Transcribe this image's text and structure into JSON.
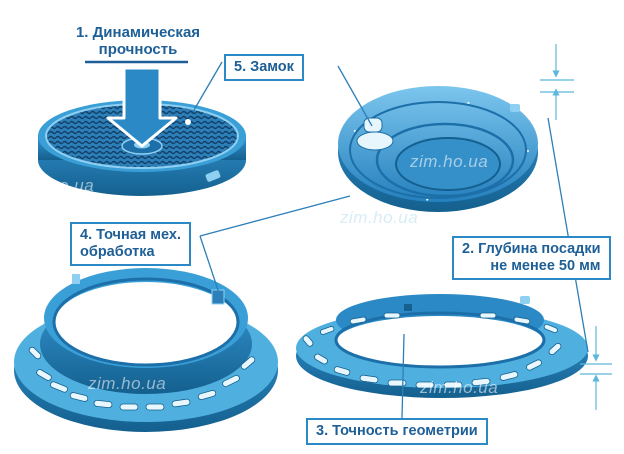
{
  "labels": {
    "dynamic_strength_line1": "1. Динамическая",
    "dynamic_strength_line2": "прочность",
    "lock": "5. Замок",
    "machining_line1": "4. Точная мех.",
    "machining_line2": "обработка",
    "depth_line1": "2. Глубина посадки",
    "depth_line2": "не менее 50 мм",
    "geometry": "3. Точность геометрии"
  },
  "watermark": "zim.ho.ua",
  "colors": {
    "label_text": "#1d5f96",
    "box_border": "#2b8ac6",
    "part_fill": "#3a9fd6",
    "part_dark": "#1c6fa8",
    "part_light": "#8fd0f2",
    "leader": "#2d7fb8",
    "dimension": "#5bb8dc"
  }
}
